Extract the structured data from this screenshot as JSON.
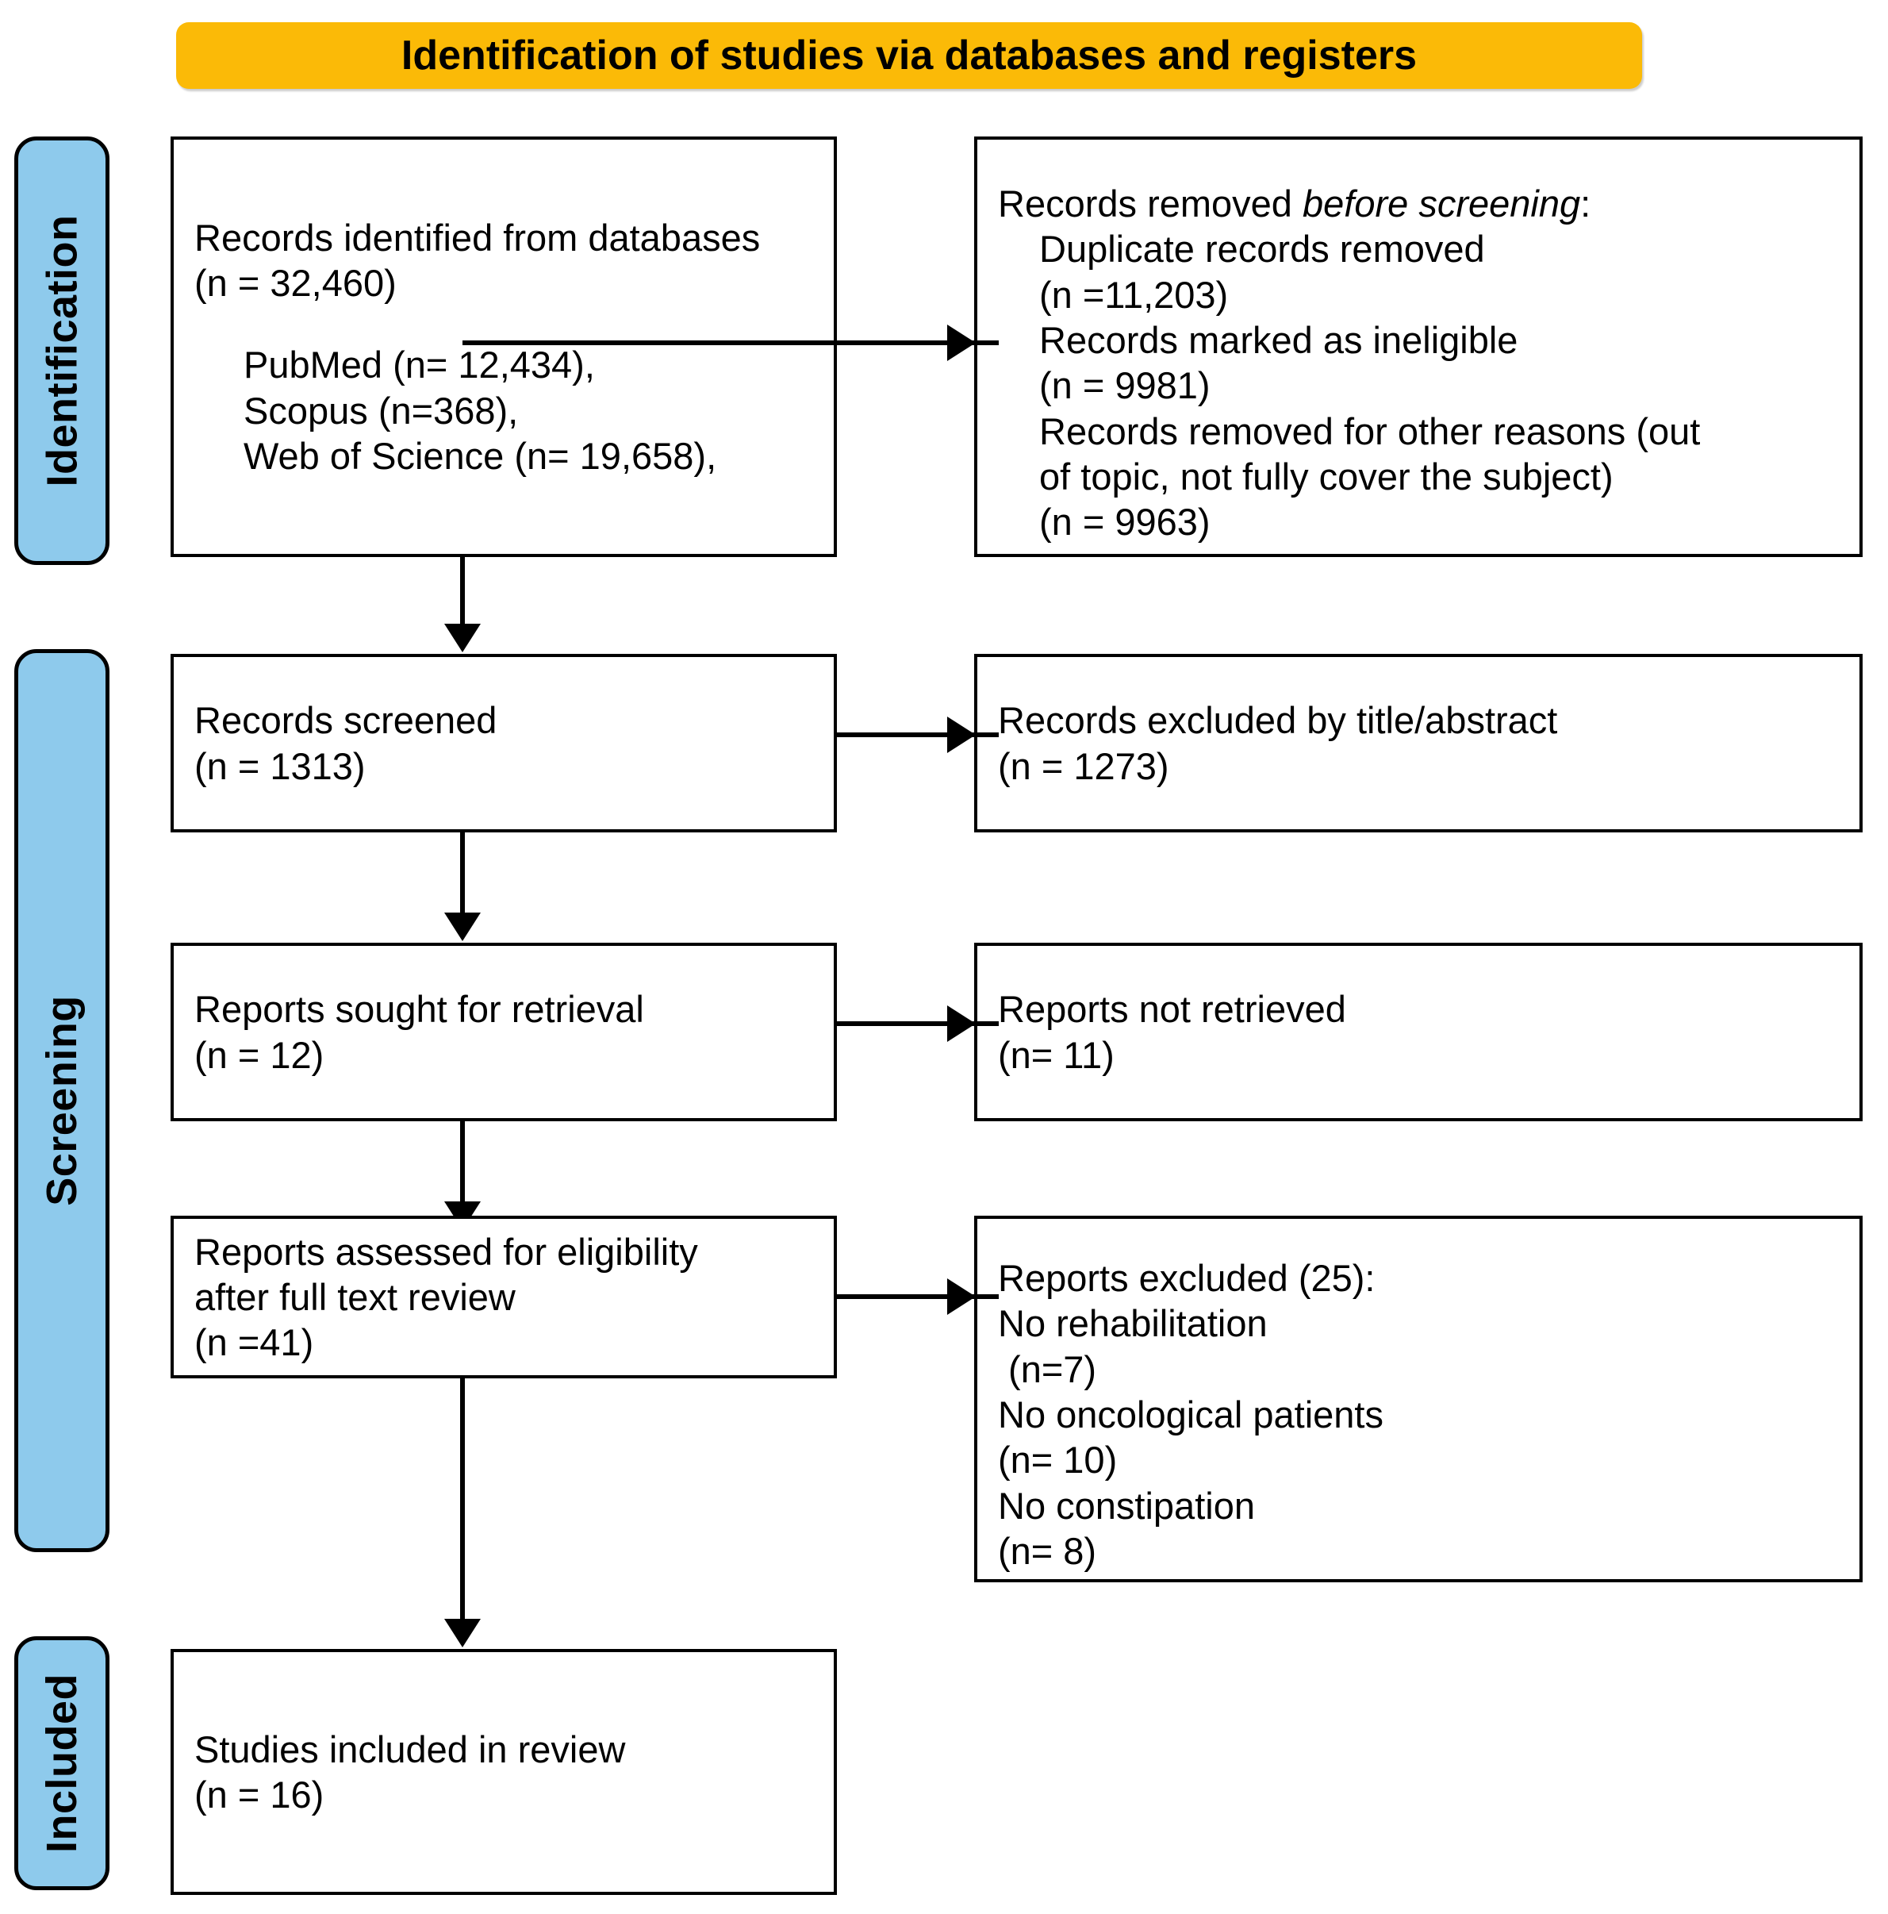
{
  "diagram": {
    "title": "PRISMA flow diagram",
    "banner": {
      "text": "Identification of studies via databases and registers",
      "color": "#FBBA07"
    },
    "phase_color": "#8ECAEC",
    "phases": [
      {
        "id": "identification",
        "label": "Identification"
      },
      {
        "id": "screening",
        "label": "Screening"
      },
      {
        "id": "included",
        "label": "Included"
      }
    ],
    "boxes": {
      "records_identified": {
        "lines": [
          "Records identified from databases",
          "(n = 32,460)",
          "PubMed (n= 12,434),",
          "Scopus (n=368),",
          "Web of Science (n= 19,658),"
        ]
      },
      "records_removed": {
        "lines": [
          "Records removed ",
          "before screening",
          ":",
          "Duplicate records removed",
          "(n =11,203)",
          "Records marked as ineligible",
          "(n = 9981)",
          "Records removed for other reasons (out",
          "of topic, not fully cover the subject)",
          "(n = 9963)"
        ]
      },
      "records_screened": {
        "lines": [
          "Records screened",
          "(n = 1313)"
        ]
      },
      "records_excluded": {
        "lines": [
          "Records excluded by title/abstract",
          "(n = 1273)"
        ]
      },
      "reports_sought": {
        "lines": [
          "Reports sought for retrieval",
          "(n = 12)"
        ]
      },
      "reports_not_retrieved": {
        "lines": [
          "Reports not retrieved",
          "(n= 11)"
        ]
      },
      "reports_assessed": {
        "lines": [
          "Reports assessed for eligibility",
          "after full text review",
          "(n =41)"
        ]
      },
      "reports_excluded": {
        "lines": [
          "Reports excluded (25):",
          "No rehabilitation",
          " (n=7)",
          "No oncological patients",
          "(n= 10)",
          "No constipation",
          "(n= 8)"
        ]
      },
      "studies_included": {
        "lines": [
          "Studies included in review",
          "(n = 16)"
        ]
      }
    }
  },
  "chart_data": {
    "type": "table",
    "title": "Identification of studies via databases and registers",
    "stages": [
      {
        "phase": "Identification",
        "node": "Records identified from databases",
        "n": 32460,
        "sources": [
          {
            "name": "PubMed",
            "n": 12434
          },
          {
            "name": "Scopus",
            "n": 368
          },
          {
            "name": "Web of Science",
            "n": 19658
          }
        ]
      },
      {
        "phase": "Identification",
        "node": "Records removed before screening",
        "reasons": [
          {
            "name": "Duplicate records removed",
            "n": 11203
          },
          {
            "name": "Records marked as ineligible",
            "n": 9981
          },
          {
            "name": "Records removed for other reasons (out of topic, not fully cover the subject)",
            "n": 9963
          }
        ]
      },
      {
        "phase": "Screening",
        "node": "Records screened",
        "n": 1313
      },
      {
        "phase": "Screening",
        "node": "Records excluded by title/abstract",
        "n": 1273
      },
      {
        "phase": "Screening",
        "node": "Reports sought for retrieval",
        "n": 12
      },
      {
        "phase": "Screening",
        "node": "Reports not retrieved",
        "n": 11
      },
      {
        "phase": "Screening",
        "node": "Reports assessed for eligibility after full text review",
        "n": 41
      },
      {
        "phase": "Screening",
        "node": "Reports excluded",
        "n": 25,
        "reasons": [
          {
            "name": "No rehabilitation",
            "n": 7
          },
          {
            "name": "No oncological patients",
            "n": 10
          },
          {
            "name": "No constipation",
            "n": 8
          }
        ]
      },
      {
        "phase": "Included",
        "node": "Studies included in review",
        "n": 16
      }
    ]
  }
}
